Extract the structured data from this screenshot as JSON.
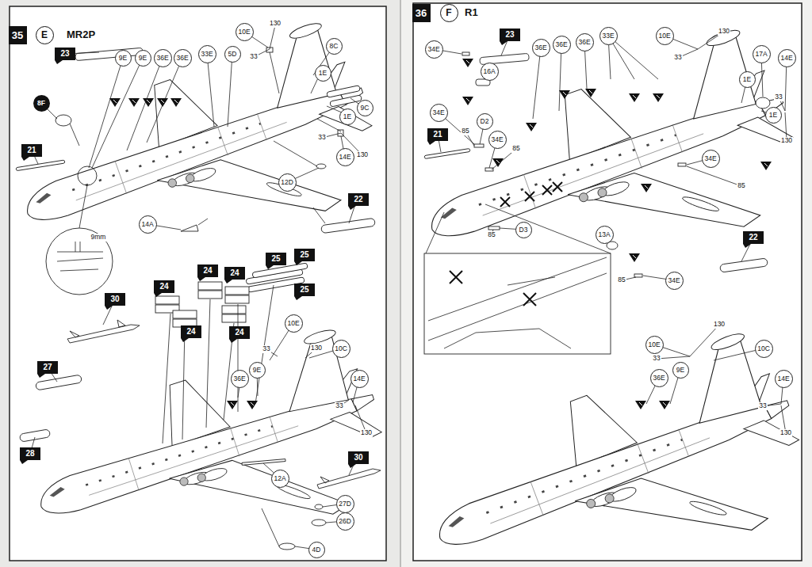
{
  "diagram": {
    "nodes": [
      {
        "text": [
          "35"
        ]
      },
      {
        "text": [
          "E"
        ]
      },
      {
        "text": [
          "23"
        ]
      },
      {
        "text": [
          "9E"
        ]
      },
      {
        "text": [
          "9E"
        ]
      },
      {
        "text": [
          "36E"
        ]
      },
      {
        "text": [
          "36E"
        ]
      },
      {
        "text": [
          "33E"
        ]
      },
      {
        "text": [
          "5D"
        ]
      },
      {
        "text": [
          "10E"
        ]
      },
      {
        "text": [
          "8C"
        ]
      },
      {
        "text": [
          "1E"
        ]
      },
      {
        "text": [
          "8F"
        ]
      },
      {
        "text": [
          "9C"
        ]
      },
      {
        "text": [
          "1E"
        ]
      },
      {
        "text": [
          "21"
        ]
      },
      {
        "text": [
          "14E"
        ]
      },
      {
        "text": [
          "12D"
        ]
      },
      {
        "text": [
          "22"
        ]
      },
      {
        "text": [
          "14A"
        ]
      },
      {
        "text": [
          "24"
        ]
      },
      {
        "text": [
          "24"
        ]
      },
      {
        "text": [
          "25"
        ]
      },
      {
        "text": [
          "25"
        ]
      },
      {
        "text": [
          "24"
        ]
      },
      {
        "text": [
          "25"
        ]
      },
      {
        "text": [
          "30"
        ]
      },
      {
        "text": [
          "24"
        ]
      },
      {
        "text": [
          "10E"
        ]
      },
      {
        "text": [
          "24"
        ]
      },
      {
        "text": [
          "10C"
        ]
      },
      {
        "text": [
          "27"
        ]
      },
      {
        "text": [
          "9E"
        ]
      },
      {
        "text": [
          "36E"
        ]
      },
      {
        "text": [
          "14E"
        ]
      },
      {
        "text": [
          "28"
        ]
      },
      {
        "text": [
          "30"
        ]
      },
      {
        "text": [
          "12A"
        ]
      },
      {
        "text": [
          "27D"
        ]
      },
      {
        "text": [
          "26D"
        ]
      },
      {
        "text": [
          "4D"
        ]
      },
      {
        "text": [
          "36"
        ]
      },
      {
        "text": [
          "F"
        ]
      },
      {
        "text": [
          "23"
        ]
      },
      {
        "text": [
          "36E"
        ]
      },
      {
        "text": [
          "36E"
        ]
      },
      {
        "text": [
          "36E"
        ]
      },
      {
        "text": [
          "33E"
        ]
      },
      {
        "text": [
          "10E"
        ]
      },
      {
        "text": [
          "34E"
        ]
      },
      {
        "text": [
          "17A"
        ]
      },
      {
        "text": [
          "14E"
        ]
      },
      {
        "text": [
          "16A"
        ]
      },
      {
        "text": [
          "1E"
        ]
      },
      {
        "text": [
          "34E"
        ]
      },
      {
        "text": [
          "1E"
        ]
      },
      {
        "text": [
          "D2"
        ]
      },
      {
        "text": [
          "21"
        ]
      },
      {
        "text": [
          "34E"
        ]
      },
      {
        "text": [
          "34E"
        ]
      },
      {
        "text": [
          "D3"
        ]
      },
      {
        "text": [
          "13A"
        ]
      },
      {
        "text": [
          "22"
        ]
      },
      {
        "text": [
          "34E"
        ]
      },
      {
        "text": [
          "10E"
        ]
      },
      {
        "text": [
          "10C"
        ]
      },
      {
        "text": [
          "9E"
        ]
      },
      {
        "text": [
          "36E"
        ]
      },
      {
        "text": [
          "14E"
        ]
      }
    ],
    "labels": [
      "MR2P",
      "130",
      "33",
      "33",
      "130",
      "9mm",
      "33",
      "130",
      "33",
      "130",
      "R1",
      "130",
      "33",
      "33",
      "130",
      "85",
      "85",
      "85",
      "85",
      "85",
      "33",
      "130",
      "33",
      "130"
    ]
  }
}
